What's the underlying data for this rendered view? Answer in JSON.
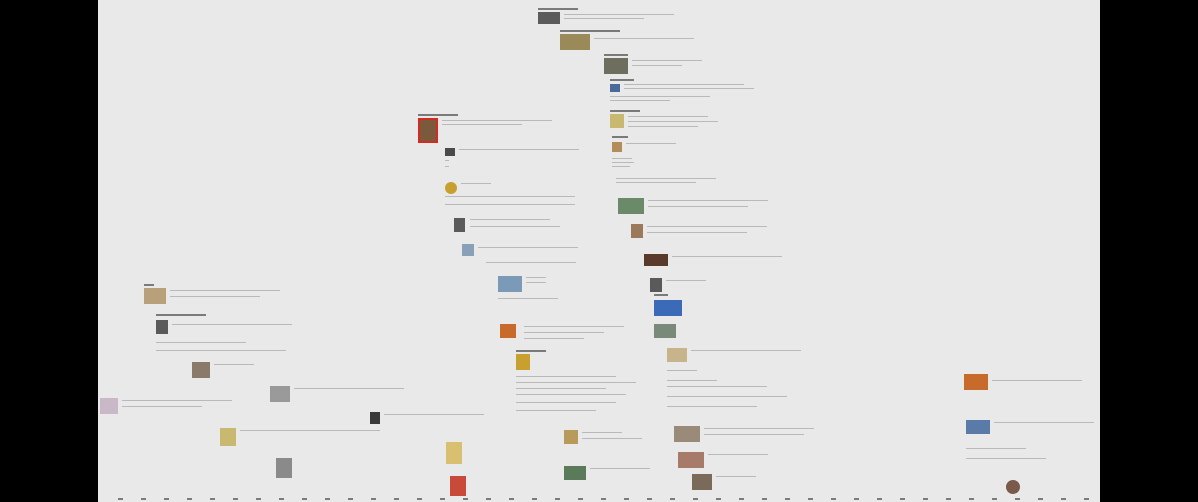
{
  "window": {
    "title": "Timeline"
  },
  "timeline": {
    "entries": [
      {
        "id": "e1",
        "title": "",
        "thumb_color": "#5b5b5b"
      },
      {
        "id": "e2",
        "title": "",
        "thumb_color": "#9a8a5a"
      },
      {
        "id": "e3",
        "title": "",
        "thumb_color": "#6e6e5e"
      },
      {
        "id": "e4",
        "title": "",
        "thumb_color": "#4a6a9a"
      },
      {
        "id": "e5",
        "title": "",
        "thumb_color": "#c8b870"
      },
      {
        "id": "e6",
        "title": "",
        "thumb_color": "#b48c5a"
      },
      {
        "id": "e7",
        "title": "",
        "thumb_color": "#c4302a"
      },
      {
        "id": "e8",
        "title": "",
        "thumb_color": "#4a4a4a"
      },
      {
        "id": "e9",
        "title": "",
        "thumb_color": "#c8a030"
      },
      {
        "id": "e10",
        "title": "",
        "thumb_color": "#5a5a5a"
      },
      {
        "id": "e11",
        "title": "",
        "thumb_color": "#8aa0b8"
      },
      {
        "id": "e12",
        "title": "",
        "thumb_color": "#6a8a6a"
      },
      {
        "id": "e13",
        "title": "",
        "thumb_color": "#9a7a5a"
      },
      {
        "id": "e14",
        "title": "",
        "thumb_color": "#5a3a2a"
      },
      {
        "id": "e15",
        "title": "",
        "thumb_color": "#5a5a5a"
      },
      {
        "id": "e16",
        "title": "",
        "thumb_color": "#3a6ab8"
      },
      {
        "id": "e17",
        "title": "",
        "thumb_color": "#7a8a7a"
      },
      {
        "id": "e18",
        "title": "",
        "thumb_color": "#c8b48a"
      },
      {
        "id": "e19",
        "title": "",
        "thumb_color": "#c8a030"
      },
      {
        "id": "e20",
        "title": "",
        "thumb_color": "#d8c070"
      },
      {
        "id": "e21",
        "title": "",
        "thumb_color": "#8a7a6a"
      },
      {
        "id": "e22",
        "title": "",
        "thumb_color": "#3a3a3a"
      },
      {
        "id": "e23",
        "title": "",
        "thumb_color": "#a87a6a"
      },
      {
        "id": "e24",
        "title": "",
        "thumb_color": "#b89a5a"
      },
      {
        "id": "e25",
        "title": "",
        "thumb_color": "#c84a3a"
      },
      {
        "id": "e26",
        "title": "",
        "thumb_color": "#5a7a5a"
      },
      {
        "id": "e27",
        "title": "",
        "thumb_color": "#9a8a7a"
      },
      {
        "id": "e28",
        "title": "",
        "thumb_color": "#c86a2a"
      },
      {
        "id": "e29",
        "title": "",
        "thumb_color": "#5a7aa8"
      },
      {
        "id": "e30",
        "title": "",
        "thumb_color": "#7a5a4a"
      }
    ]
  },
  "colors": {
    "canvas": "#e9e9e9",
    "letterbox": "#000000",
    "accent_selected": "#d42a22"
  }
}
